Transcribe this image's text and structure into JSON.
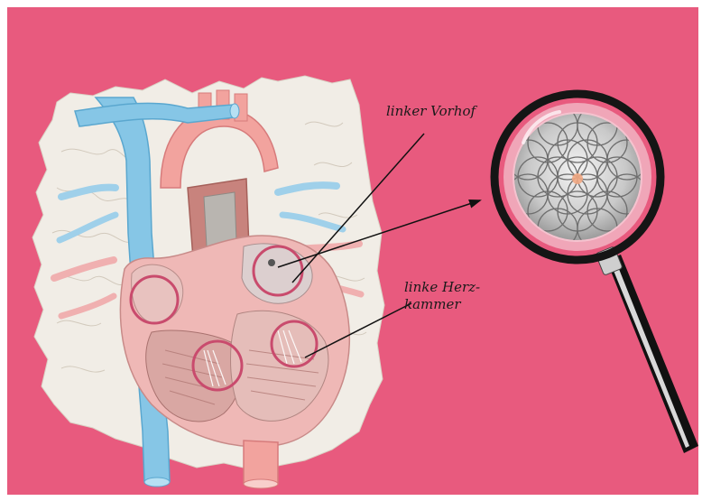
{
  "colors": {
    "background": "#e85a7e",
    "border": "#ffffff",
    "vessel_blue": "#7fc3e6",
    "vessel_red": "#e98e8e",
    "marker_ring": "#c94b6d",
    "lens_rim": "#151515"
  },
  "labels": {
    "left_atrium": "linker Vorhof",
    "left_ventricle_line1": "linke Herz-",
    "left_ventricle_line2": "kammer"
  },
  "icons": {
    "magnifier": "magnifying-glass-icon",
    "flower_of_life": "flower-of-life-pattern"
  }
}
